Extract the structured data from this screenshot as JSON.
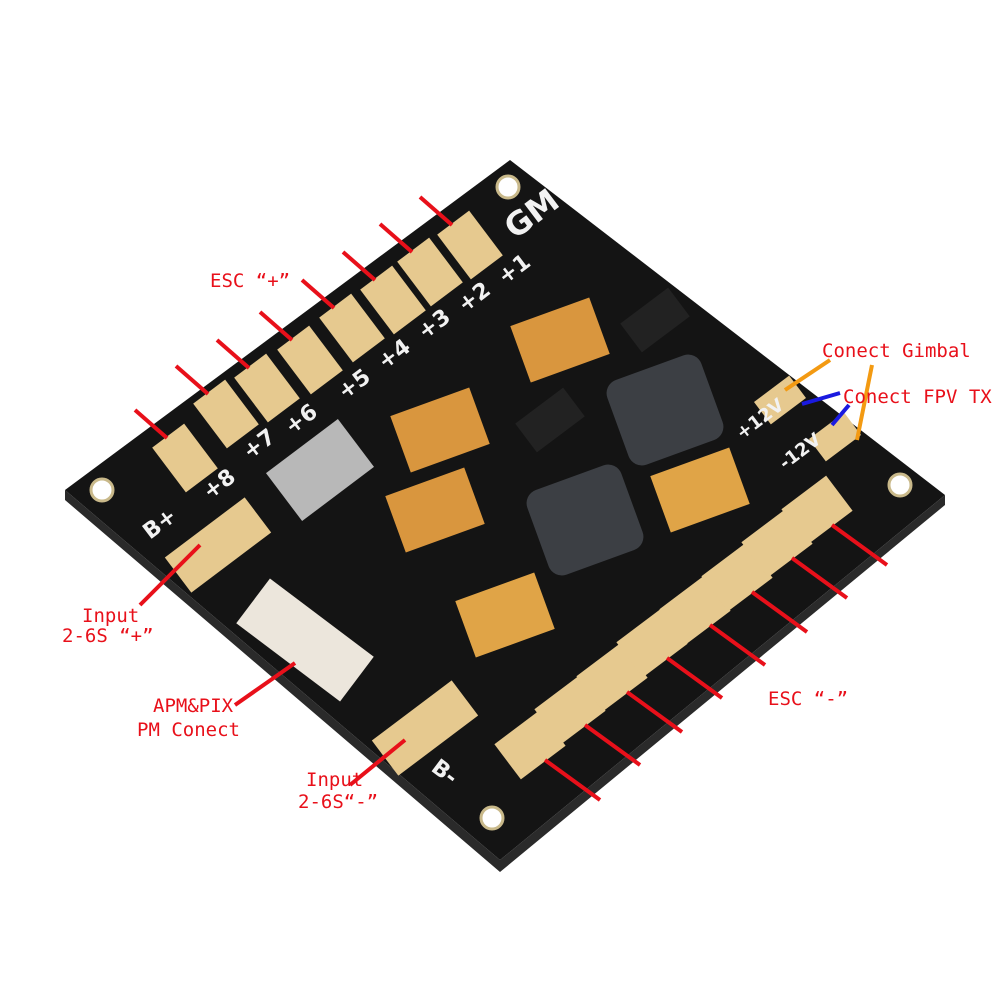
{
  "annotations": {
    "esc_plus": "ESC “+”",
    "esc_minus": "ESC “-”",
    "conect_gimbal": "Conect Gimbal",
    "conect_fpv_tx": "Conect FPV TX",
    "input_plus_line1": "Input",
    "input_plus_line2": "2-6S “+”",
    "apm_line1": "APM&PIX",
    "apm_line2": "PM Conect",
    "input_minus_line1": "Input",
    "input_minus_line2": "2-6S“-”"
  },
  "board_silkscreen": {
    "logo": "GM",
    "pads_plus": [
      "+1",
      "+2",
      "+3",
      "+4",
      "+5",
      "+6",
      "+7",
      "+8"
    ],
    "b_plus": "B+",
    "b_minus": "B-",
    "v12_plus": "+12V",
    "v12_minus": "-12V"
  },
  "colors": {
    "annotation_red": "#e8101a",
    "gimbal_orange": "#f39a12",
    "fpv_blue": "#1a1ae0",
    "board_black": "#141414",
    "pad_gold": "#e6c98f"
  }
}
